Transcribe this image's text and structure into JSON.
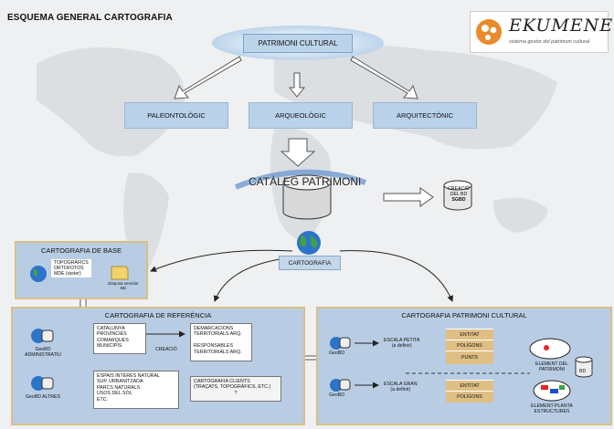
{
  "title": "ESQUEMA GENERAL  CARTOGRAFIA",
  "logo": {
    "word": "EKUMENE",
    "tagline": "sistema gestor del patrimoni cultural"
  },
  "top_node": "PATRIMONI CULTURAL",
  "categories": [
    "PALEONTOLÒGIC",
    "ARQUEOLÒGIC",
    "ARQUITECTÒNIC"
  ],
  "catalog": "CATÀLEG PATRIMONI",
  "creacio_bd": {
    "line1": "CREACIÓ",
    "line2": "DEL BD",
    "line3": "SGBD"
  },
  "cartografia": "CARTOGRAFIA",
  "base": {
    "title": "CARTOGRAFIA DE BASE",
    "items": [
      "TOPOGRÀFICS",
      "ORTOFOTOS",
      "MDE (ràster)"
    ],
    "server": "Disposa servidor BD"
  },
  "referencia": {
    "title": "CARTOGRAFIA DE REFERÈNCIA",
    "geobd1": "GeoBD ADMINISTRATIU",
    "admin": [
      "CATALUNYA",
      "PROVÍNCIES",
      "COMARQUES",
      "MUNICIPIS"
    ],
    "creacio": "CREACIÓ",
    "demarc": [
      "DEMARCACIONS",
      "TERRITORIALS ARQ.",
      "",
      "RESPONSABLES",
      "TERRITORIALS ARQ."
    ],
    "geobd2": "GeoBD ALTRES",
    "altres": [
      "ESPAIS INTERÈS NATURAL",
      "SUP. URBANITZADA",
      "PARCS NATURALS",
      "USOS DEL SÒL",
      "ETC."
    ],
    "clients": [
      "CARTOGRAFIA CLIENTS",
      "(TRAÇATS, TOPOGRÀFICS, ETC.)",
      "?"
    ]
  },
  "patrimoni": {
    "title": "CARTOGRAFIA PATRIMONI CULTURAL",
    "geobd": "GeoBD",
    "petita": [
      "ESCALA PETITA",
      "(a definir)"
    ],
    "gran": [
      "ESCALA GRAN",
      "(a definir)"
    ],
    "petita_items": [
      "ENTITAT",
      "POLÍGONS",
      "PUNTS"
    ],
    "gran_items": [
      "ENTITAT",
      "POLÍGONS"
    ],
    "element": [
      "ELEMENT DEL",
      "PATRIMONI"
    ],
    "element_planta": [
      "ELEMENT-PLANTA",
      "ESTRUCTURES"
    ],
    "bd": "BD"
  },
  "colors": {
    "panel": "#b8cde4",
    "panel_border": "#d9bf85",
    "box": "#b9d2ea",
    "entity": "#dfbf84",
    "logo_orange": "#e98b2a"
  }
}
